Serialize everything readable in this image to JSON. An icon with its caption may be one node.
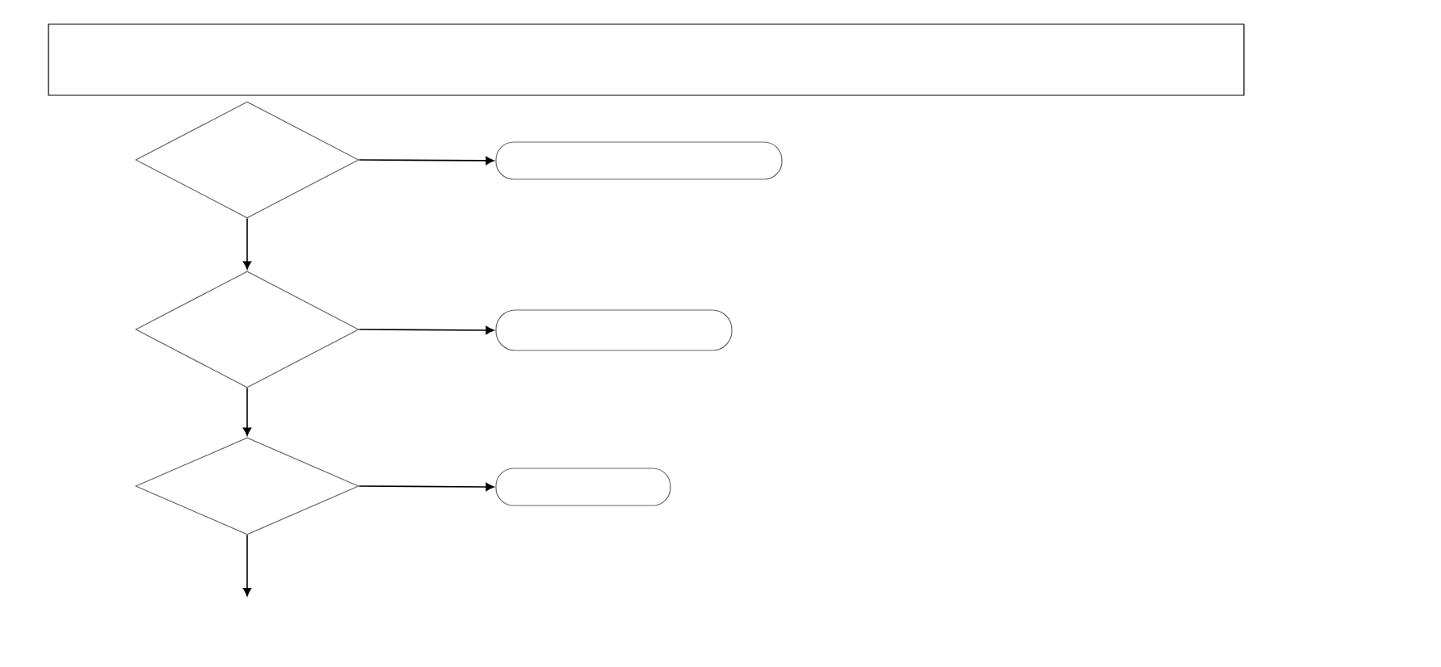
{
  "diagram": {
    "nodes": [
      {
        "text": [],
        "shape": "box"
      },
      {
        "text": [],
        "shape": "diamond"
      },
      {
        "text": [],
        "shape": "box"
      },
      {
        "text": [],
        "shape": "diamond"
      },
      {
        "text": [],
        "shape": "box"
      },
      {
        "text": [],
        "shape": "diamond"
      },
      {
        "text": [],
        "shape": "box"
      }
    ],
    "edges": [
      {
        "from": 1,
        "to": 2,
        "arrow": "to"
      },
      {
        "from": 1,
        "to": 3,
        "arrow": "to"
      },
      {
        "from": 3,
        "to": 4,
        "arrow": "to"
      },
      {
        "from": 3,
        "to": 5,
        "arrow": "to"
      },
      {
        "from": 5,
        "to": 6,
        "arrow": "to"
      },
      {
        "from": 5,
        "to": null,
        "arrow": "to"
      }
    ]
  }
}
